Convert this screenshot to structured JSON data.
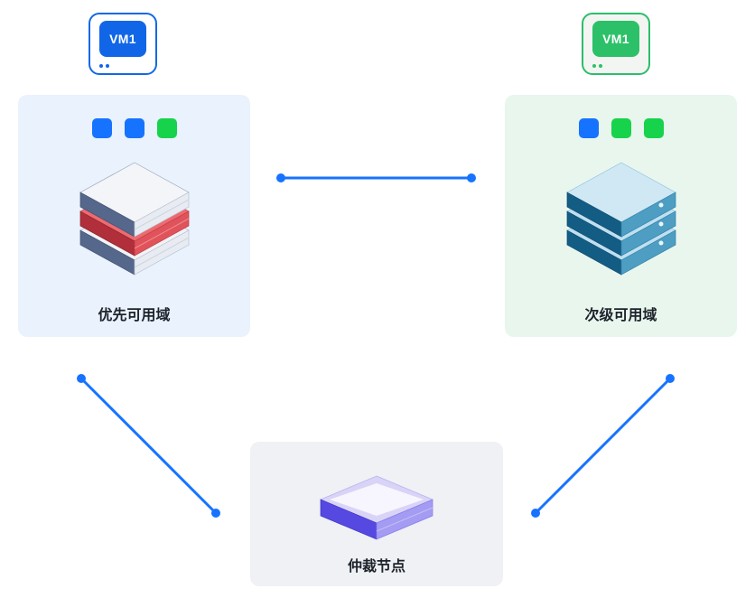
{
  "diagram_title": "availability-zone-ha-topology",
  "colors": {
    "accent_blue": "#1673ff",
    "accent_green": "#2cc168",
    "indicator_blue": "#1673ff",
    "indicator_green": "#17d34b",
    "panel_primary_bg": "#e9f2fd",
    "panel_secondary_bg": "#e9f6ee",
    "panel_arbiter_bg": "#eff1f4",
    "connector_line": "#1673ff",
    "label_text": "#1d232b"
  },
  "vm_badges": [
    {
      "label": "VM1",
      "variant": "blue"
    },
    {
      "label": "VM1",
      "variant": "green"
    }
  ],
  "zones": [
    {
      "label": "优先可用域",
      "indicators": [
        "blue",
        "blue",
        "green"
      ],
      "illustration": "server-stack-red-layer"
    },
    {
      "label": "次级可用域",
      "indicators": [
        "blue",
        "green",
        "green"
      ],
      "illustration": "server-stack-teal"
    },
    {
      "label": "仲裁节点",
      "indicators": [],
      "illustration": "flat-node-purple"
    }
  ],
  "connections": [
    {
      "name": "primary-to-secondary"
    },
    {
      "name": "primary-to-arbiter"
    },
    {
      "name": "secondary-to-arbiter"
    }
  ]
}
